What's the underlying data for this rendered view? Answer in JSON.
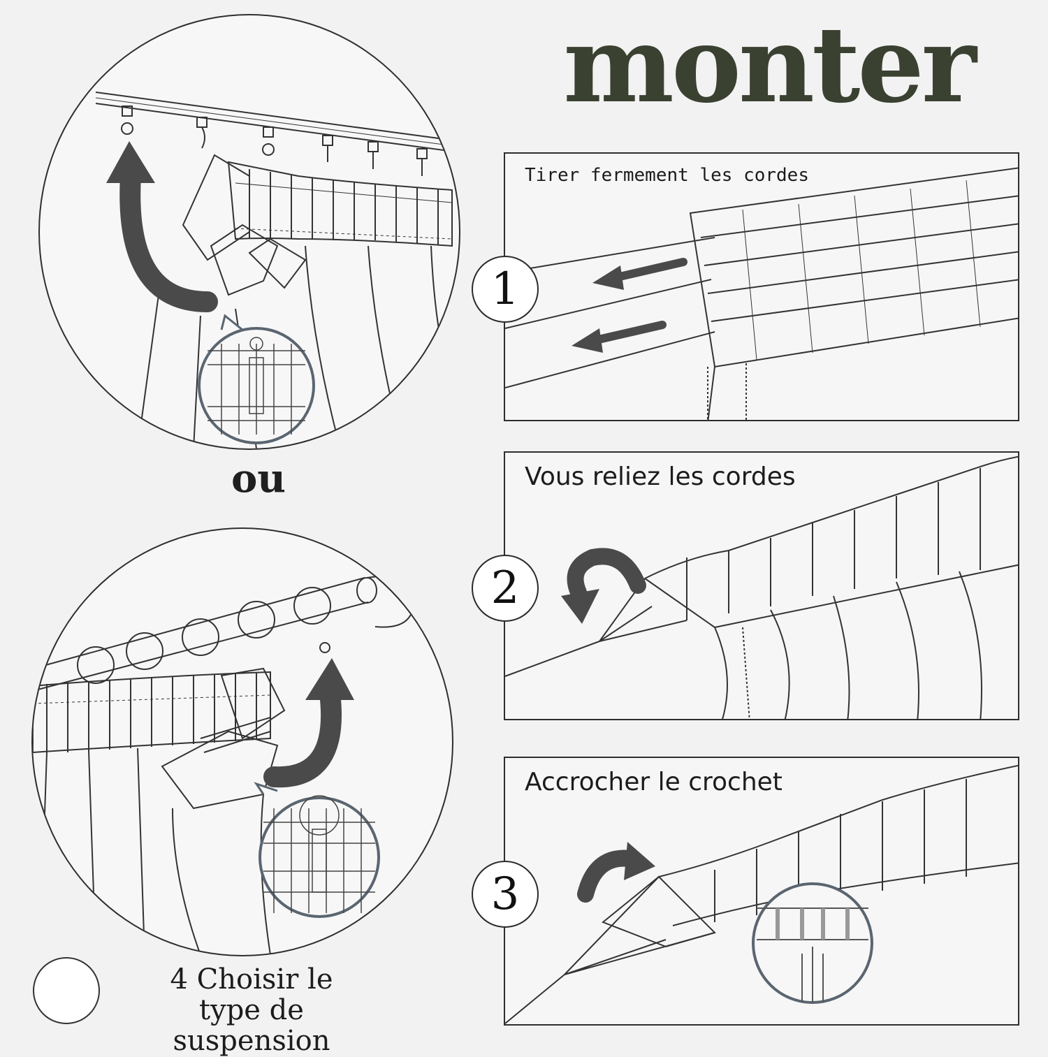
{
  "title": "monter",
  "separator": "ou",
  "steps": [
    {
      "number": "1",
      "label": "Tirer fermement les cordes"
    },
    {
      "number": "2",
      "label": "Vous reliez les cordes"
    },
    {
      "number": "3",
      "label": "Accrocher le crochet"
    }
  ],
  "choose": {
    "line1": "4 Choisir le",
    "line2": "type de suspension"
  },
  "colors": {
    "title": "#3b4131",
    "arrow": "#4a4a4a",
    "line": "#2e2e2e",
    "background": "#f2f2f2"
  }
}
